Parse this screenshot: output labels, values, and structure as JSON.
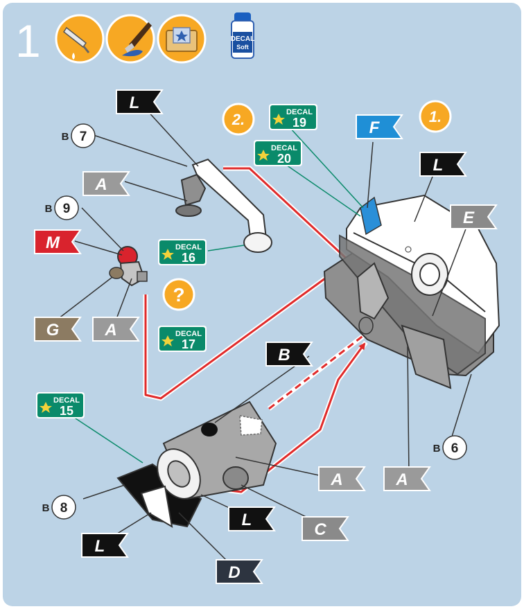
{
  "step_number": "1",
  "paint_icons": [
    {
      "icon": "glue-drop-icon"
    },
    {
      "icon": "paint-brush-icon"
    },
    {
      "icon": "decal-water-tray-icon"
    },
    {
      "icon": "decal-soft-bottle-icon",
      "label_top": "DECAL",
      "label_bottom": "Soft"
    }
  ],
  "part_refs": [
    {
      "prefix": "B",
      "number": "7"
    },
    {
      "prefix": "B",
      "number": "9"
    },
    {
      "prefix": "B",
      "number": "8"
    },
    {
      "prefix": "B",
      "number": "6"
    }
  ],
  "order_badges": [
    {
      "label": "2."
    },
    {
      "label": "1."
    },
    {
      "label": "?"
    }
  ],
  "decals": [
    {
      "word": "DECAL",
      "number": "19"
    },
    {
      "word": "DECAL",
      "number": "20"
    },
    {
      "word": "DECAL",
      "number": "16"
    },
    {
      "word": "DECAL",
      "number": "17"
    },
    {
      "word": "DECAL",
      "number": "15"
    }
  ],
  "color_flags": [
    {
      "letter": "L",
      "color": "#111111"
    },
    {
      "letter": "A",
      "color": "#9a9a9a"
    },
    {
      "letter": "M",
      "color": "#d9232d"
    },
    {
      "letter": "G",
      "color": "#8c7b62"
    },
    {
      "letter": "A",
      "color": "#9a9a9a"
    },
    {
      "letter": "F",
      "color": "#1f8fd6"
    },
    {
      "letter": "L",
      "color": "#111111"
    },
    {
      "letter": "E",
      "color": "#8a8a8a"
    },
    {
      "letter": "B",
      "color": "#111111"
    },
    {
      "letter": "A",
      "color": "#9a9a9a"
    },
    {
      "letter": "A",
      "color": "#9a9a9a"
    },
    {
      "letter": "L",
      "color": "#111111"
    },
    {
      "letter": "C",
      "color": "#8a8a8a"
    },
    {
      "letter": "L",
      "color": "#111111"
    },
    {
      "letter": "D",
      "color": "#2d3440"
    }
  ],
  "colors": {
    "background": "#bcd3e6",
    "badge_orange": "#f7a823",
    "decal_green": "#0a8a6a",
    "arrow_red": "#e02a2a"
  }
}
